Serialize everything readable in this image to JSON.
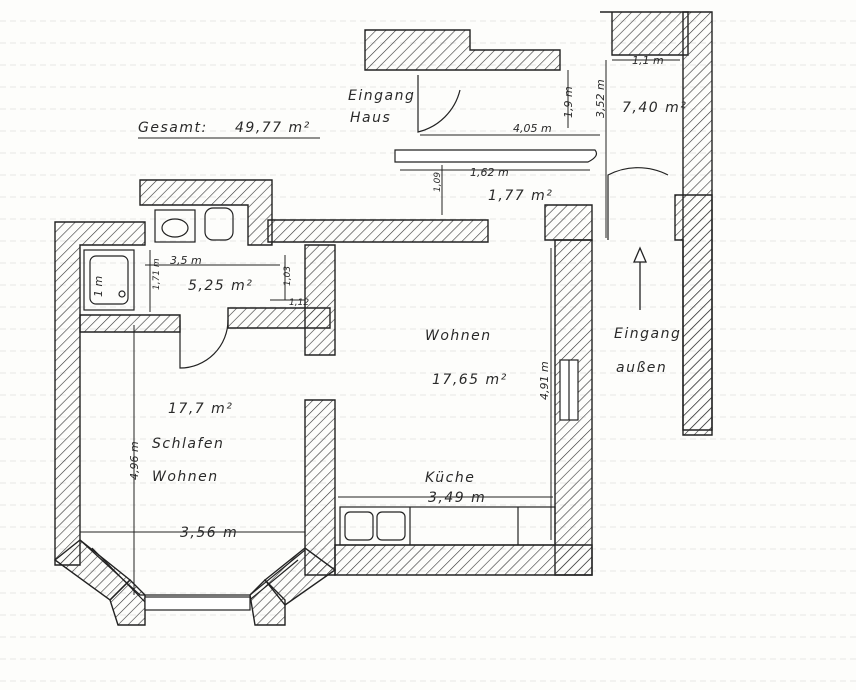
{
  "total": {
    "label": "Gesamt:",
    "value": "49,77 m²"
  },
  "entrances": {
    "house_line1": "Eingang",
    "house_line2": "Haus",
    "outside_line1": "Eingang",
    "outside_line2": "außen"
  },
  "rooms": {
    "living": {
      "name": "Wohnen",
      "area": "17,65 m²"
    },
    "kitchen": {
      "name": "Küche"
    },
    "bed": {
      "area": "17,7 m²",
      "name_line1": "Schlafen",
      "name_line2": "Wohnen"
    },
    "bath": {
      "area": "5,25 m²"
    },
    "hall": {
      "area": "1,77 m²"
    },
    "entry_stair": {
      "area": "7,40 m²"
    }
  },
  "dimensions": {
    "d_1_1m": "1,1 m",
    "d_1_9m": "1,9 m",
    "d_3_52m": "3,52 m",
    "d_4_05m": "4,05 m",
    "d_1_62m": "1,62 m",
    "d_1_09": "1,09",
    "d_3_5m": "3,5 m",
    "d_1_71m": "1,71 m",
    "d_1m": "1 m",
    "d_1_03": "1,03",
    "d_1_12": "1,12",
    "d_4_96m": "4,96 m",
    "d_3_56m": "3,56 m",
    "d_3_49m": "3,49 m",
    "d_4_91m": "4,91 m"
  }
}
